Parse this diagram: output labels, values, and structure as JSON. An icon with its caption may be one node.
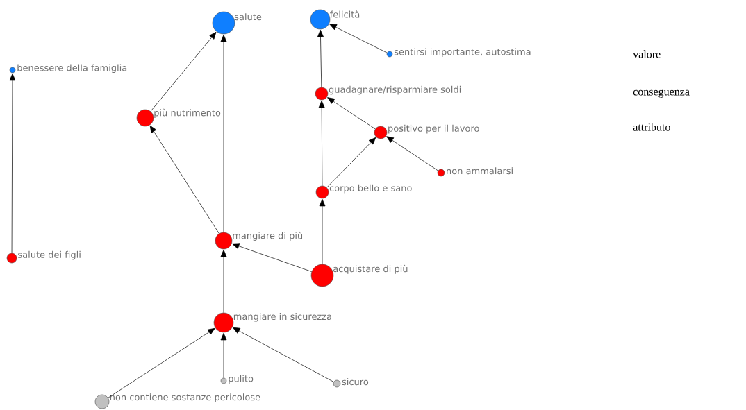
{
  "diagram": {
    "nodes": [
      {
        "text": [
          "salute"
        ]
      },
      {
        "text": [
          "felicità"
        ]
      },
      {
        "text": [
          "benessere della famiglia"
        ]
      },
      {
        "text": [
          "sentirsi importante, autostima"
        ]
      },
      {
        "text": [
          "guadagnare/risparmiare soldi"
        ]
      },
      {
        "text": [
          "più nutrimento"
        ]
      },
      {
        "text": [
          "positivo per il lavoro"
        ]
      },
      {
        "text": [
          "non ammalarsi"
        ]
      },
      {
        "text": [
          "corpo bello e sano"
        ]
      },
      {
        "text": [
          "mangiare di più"
        ]
      },
      {
        "text": [
          "salute dei figli"
        ]
      },
      {
        "text": [
          "acquistare di più"
        ]
      },
      {
        "text": [
          "mangiare in sicurezza"
        ]
      },
      {
        "text": [
          "pulito"
        ]
      },
      {
        "text": [
          "sicuro"
        ]
      },
      {
        "text": [
          "non contiene sostanze pericolose"
        ]
      }
    ],
    "edges": [
      {
        "from": 10,
        "to": 2,
        "arrow": "to"
      },
      {
        "from": 5,
        "to": 0,
        "arrow": "to"
      },
      {
        "from": 9,
        "to": 0,
        "arrow": "to"
      },
      {
        "from": 9,
        "to": 5,
        "arrow": "to"
      },
      {
        "from": 11,
        "to": 9,
        "arrow": "to"
      },
      {
        "from": 12,
        "to": 9,
        "arrow": "to"
      },
      {
        "from": 15,
        "to": 12,
        "arrow": "to"
      },
      {
        "from": 13,
        "to": 12,
        "arrow": "to"
      },
      {
        "from": 14,
        "to": 12,
        "arrow": "to"
      },
      {
        "from": 3,
        "to": 1,
        "arrow": "to"
      },
      {
        "from": 4,
        "to": 1,
        "arrow": "to"
      },
      {
        "from": 6,
        "to": 4,
        "arrow": "to"
      },
      {
        "from": 8,
        "to": 4,
        "arrow": "to"
      },
      {
        "from": 8,
        "to": 6,
        "arrow": "to"
      },
      {
        "from": 7,
        "to": 6,
        "arrow": "to"
      },
      {
        "from": 11,
        "to": 8,
        "arrow": "to"
      }
    ],
    "labels": [
      "valore",
      "conseguenza",
      "attributo"
    ]
  }
}
